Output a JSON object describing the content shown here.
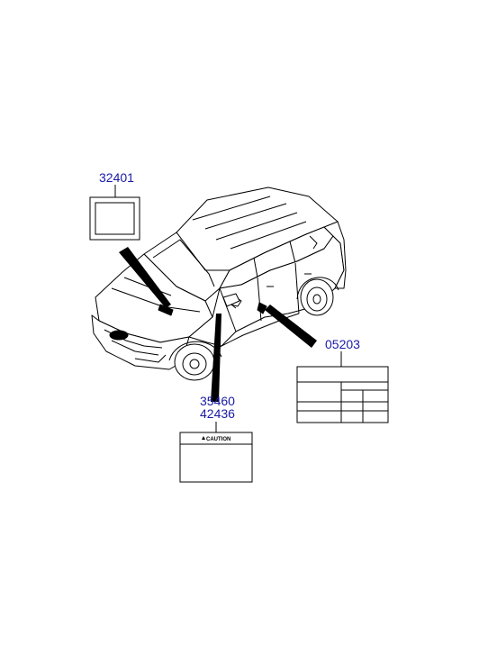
{
  "parts": [
    {
      "number": "32401"
    },
    {
      "number": "05203"
    },
    {
      "number": "35460"
    },
    {
      "number": "42436"
    }
  ],
  "caution_label": {
    "text": "CAUTION"
  },
  "colors": {
    "part_number": "#1a1aa6",
    "line": "#000000",
    "label_fill": "#ffffff"
  }
}
